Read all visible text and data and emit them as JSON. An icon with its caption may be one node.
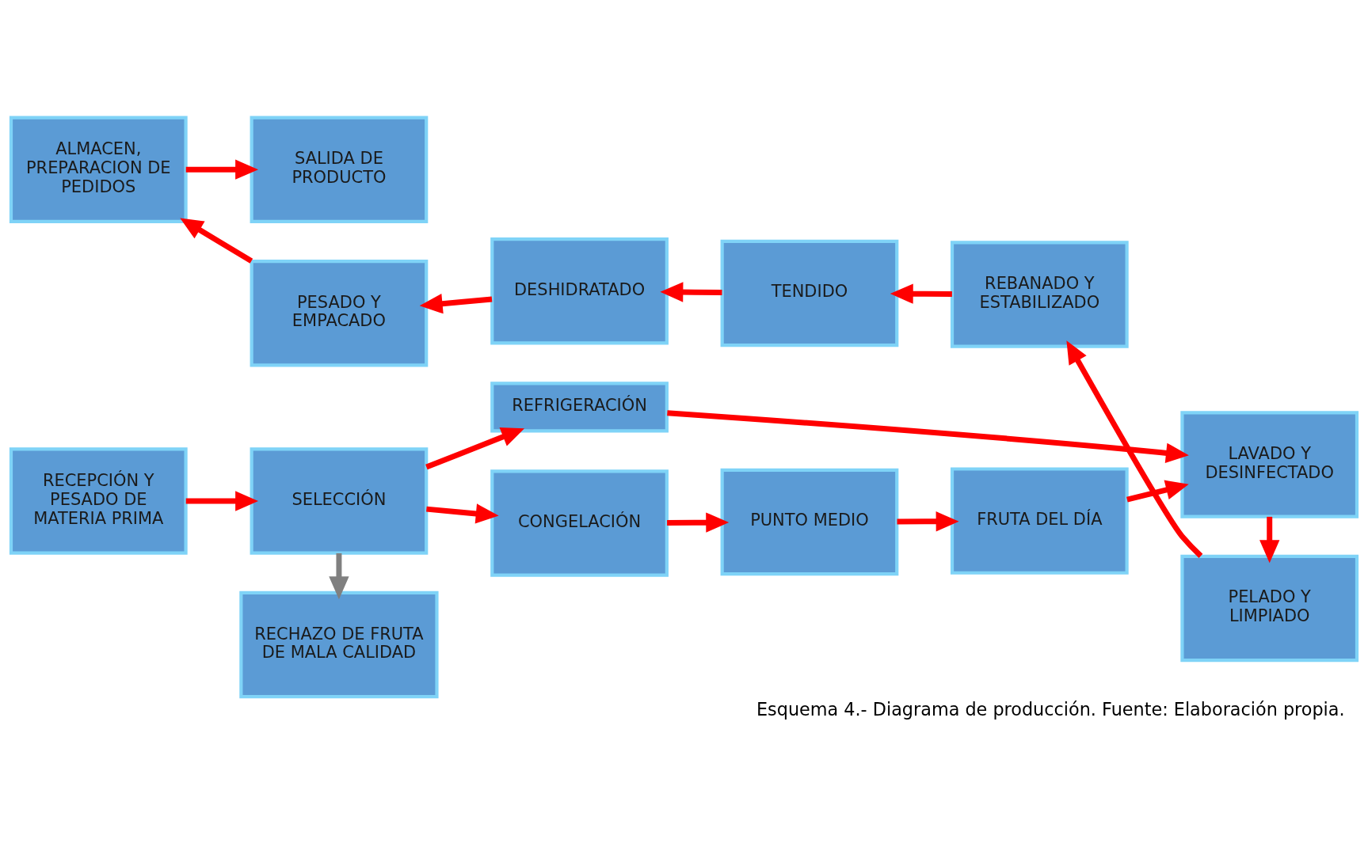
{
  "diagram": {
    "caption": "Esquema 4.- Diagrama de producción. Fuente: Elaboración propia.",
    "nodes": [
      {
        "text": [
          "RECHAZO DE FRUTA DE MALA CALIDAD"
        ]
      },
      {
        "text": [
          "RECEPCIÓN Y PESADO DE MATERIA PRIMA"
        ]
      },
      {
        "text": [
          "SELECCIÓN"
        ]
      },
      {
        "text": [
          "REFRIGERACIÓN"
        ]
      },
      {
        "text": [
          "CONGELACIÓN"
        ]
      },
      {
        "text": [
          "PUNTO MEDIO"
        ]
      },
      {
        "text": [
          "FRUTA DEL DÍA"
        ]
      },
      {
        "text": [
          "LAVADO Y DESINFECTADO"
        ]
      },
      {
        "text": [
          "ALMACEN, PREPARACION DE PEDIDOS"
        ]
      },
      {
        "text": [
          "PESADO Y EMPACADO"
        ]
      },
      {
        "text": [
          "DESHIDRATADO"
        ]
      },
      {
        "text": [
          "TENDIDO"
        ]
      },
      {
        "text": [
          "REBANADO Y ESTABILIZADO"
        ]
      },
      {
        "text": [
          "PELADO Y LIMPIADO"
        ]
      },
      {
        "text": [
          "SALIDA DE PRODUCTO"
        ]
      }
    ],
    "edges": [
      {
        "from": 1,
        "to": 2,
        "arrow": "to"
      },
      {
        "from": 2,
        "to": 0,
        "arrow": "to",
        "color": "#808080"
      },
      {
        "from": 2,
        "to": 3,
        "arrow": "to"
      },
      {
        "from": 2,
        "to": 4,
        "arrow": "to"
      },
      {
        "from": 4,
        "to": 5,
        "arrow": "to"
      },
      {
        "from": 5,
        "to": 6,
        "arrow": "to"
      },
      {
        "from": 3,
        "to": 7,
        "arrow": "to"
      },
      {
        "from": 6,
        "to": 7,
        "arrow": "to"
      },
      {
        "from": 7,
        "to": 13,
        "arrow": "to"
      },
      {
        "from": 13,
        "to": 12,
        "arrow": "to"
      },
      {
        "from": 12,
        "to": 11,
        "arrow": "to"
      },
      {
        "from": 11,
        "to": 10,
        "arrow": "to"
      },
      {
        "from": 10,
        "to": 9,
        "arrow": "to"
      },
      {
        "from": 9,
        "to": 8,
        "arrow": "to"
      },
      {
        "from": 8,
        "to": 14,
        "arrow": "to"
      }
    ]
  }
}
